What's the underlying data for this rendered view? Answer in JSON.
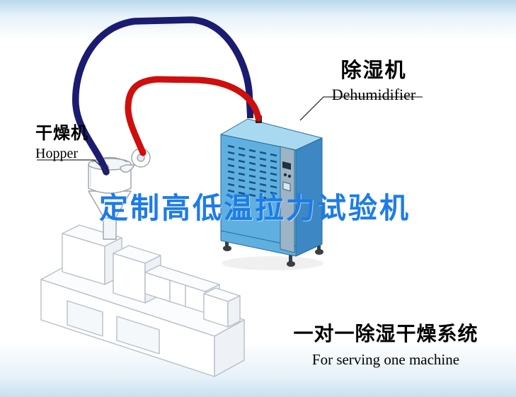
{
  "scene": {
    "labels": {
      "dehumidifier": {
        "cn": "除湿机",
        "en": "Dehumidifier"
      },
      "hopper": {
        "cn": "干燥机",
        "en": "Hopper"
      }
    },
    "watermark": "定制高低温拉力试验机",
    "footer": {
      "title_cn": "一对一除湿干燥系统",
      "subtitle_en": "For serving one machine"
    },
    "icons": {
      "dehumidifier_machine": "dehumidifier-machine",
      "drying_hopper": "drying-hopper",
      "extruder_machine": "extruder-machine",
      "red_pipe": "red-air-pipe",
      "blue_pipe": "blue-air-pipe"
    }
  },
  "colors": {
    "pipe_red": "#cf0e0e",
    "pipe_navy": "#1b1b72",
    "dehumidifier_front": "#5fb0e0",
    "dehumidifier_side": "#3d88c4",
    "dehumidifier_top": "#a9d9f1",
    "panel_strip": "#9db4c6",
    "watermark_blue": "#1d7ce6",
    "background_tint": "#c9e0f0",
    "label_text": "#000000"
  }
}
